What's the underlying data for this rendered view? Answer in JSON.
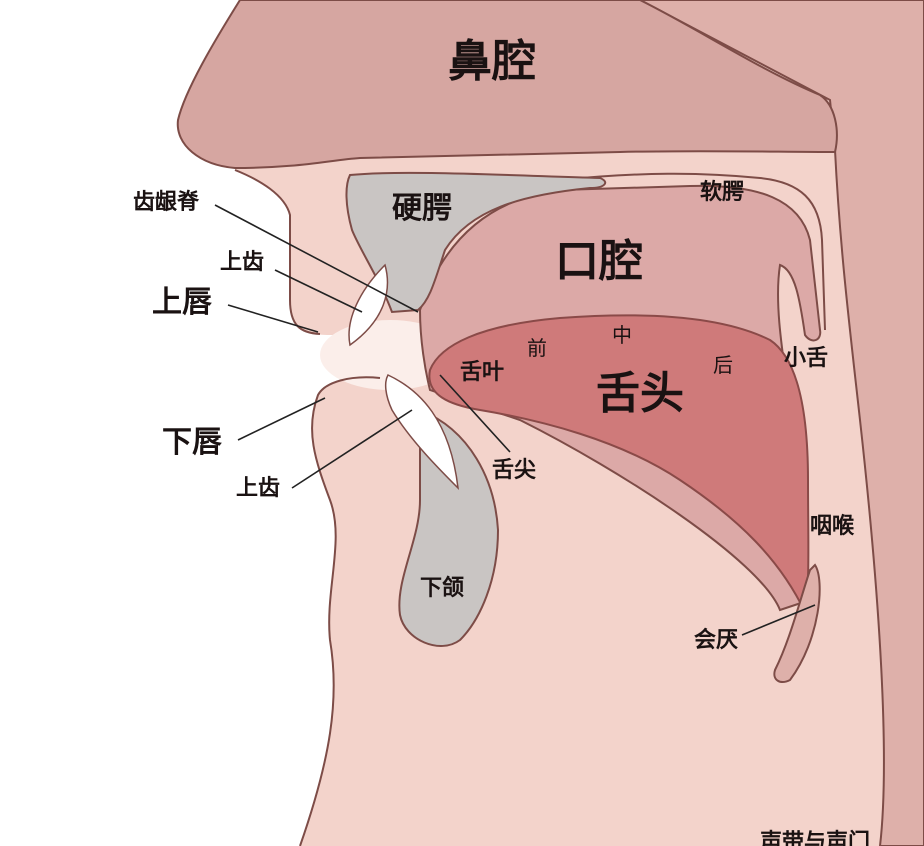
{
  "labels": {
    "nasal_cavity": "鼻腔",
    "soft_palate": "软腭",
    "hard_palate": "硬腭",
    "alveolar_ridge": "齿龈脊",
    "upper_teeth": "上齿",
    "upper_lip": "上唇",
    "oral_cavity": "口腔",
    "front": "前",
    "middle": "中",
    "back": "后",
    "tongue_blade": "舌叶",
    "tongue": "舌头",
    "uvula": "小舌",
    "lower_lip": "下唇",
    "lower_teeth": "上齿",
    "tongue_tip": "舌尖",
    "pharynx": "咽喉",
    "jaw": "下颌",
    "epiglottis": "会厌",
    "vocal_cords": "声带与声门"
  },
  "colors": {
    "skin": "#f3d3cb",
    "nasal": "#d6a6a1",
    "oral": "#dca9a7",
    "tongue": "#cf7a7a",
    "bone": "#c9c5c3",
    "outline": "#7d4c47"
  }
}
